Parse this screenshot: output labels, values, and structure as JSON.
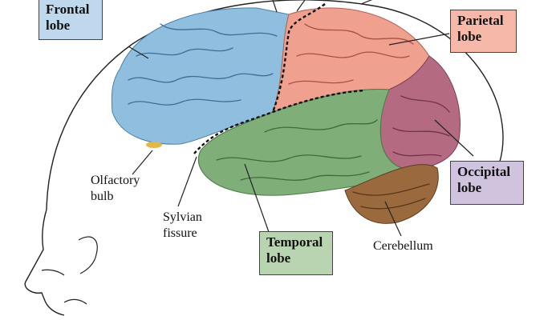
{
  "labels": {
    "frontal": {
      "line1": "Frontal",
      "line2": "lobe",
      "color": "#bfd8ee"
    },
    "parietal": {
      "line1": "Parietal",
      "line2": "lobe",
      "color": "#f6b9a9"
    },
    "occipital": {
      "line1": "Occipital",
      "line2": "lobe",
      "color": "#cfc3dd"
    },
    "temporal": {
      "line1": "Temporal",
      "line2": "lobe",
      "color": "#b8d4b0"
    },
    "olfactory": {
      "line1": "Olfactory",
      "line2": "bulb"
    },
    "sylvian": {
      "line1": "Sylvian",
      "line2": "fissure"
    },
    "cerebellum": {
      "line1": "Cerebellum"
    }
  },
  "colors": {
    "frontal_lobe": "#8fbede",
    "parietal_lobe": "#f0a08f",
    "occipital_lobe": "#b46b82",
    "temporal_lobe": "#7fae78",
    "cerebellum": "#9a6a3e",
    "olfactory_bulb": "#e2b64a"
  }
}
